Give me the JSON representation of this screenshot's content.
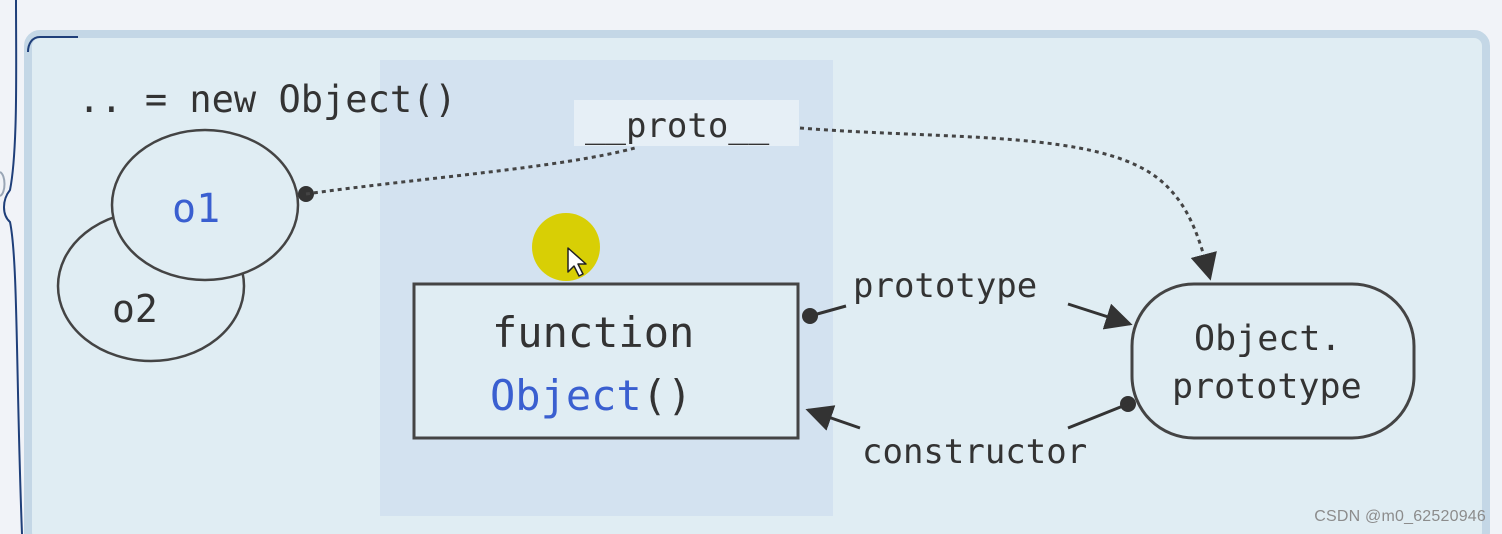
{
  "diagram": {
    "code_line": ".. = new Object()",
    "o1_label": "o1",
    "o2_label": "o2",
    "proto_label": "__proto__",
    "function_keyword": "function",
    "function_name": "Object",
    "function_parens": "()",
    "prototype_label": "prototype",
    "constructor_label": "constructor",
    "object_prototype_line1": "Object.",
    "object_prototype_line2": "prototype"
  },
  "watermark": "CSDN @m0_62520946",
  "colors": {
    "panel_bg": "#e0edf3",
    "panel_border": "#c4d7e6",
    "highlight_column": "#d3e2f0",
    "accent_blue": "#3a5fd0",
    "ink": "#333333",
    "cursor_highlight": "#d8cf05",
    "left_bracket": "#1f3f7a"
  }
}
